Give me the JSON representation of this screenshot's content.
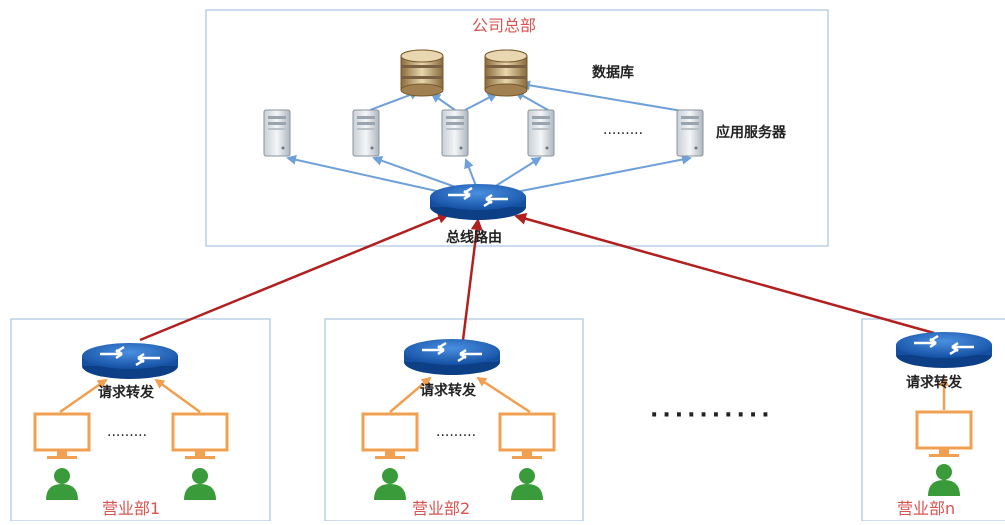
{
  "headquarters": {
    "title": "公司总部",
    "database_label": "数据库",
    "server_label": "应用服务器",
    "server_ellipsis": ".........",
    "router_label": "总线路由"
  },
  "branches": [
    {
      "name": "营业部1",
      "router_label": "请求转发",
      "ellipsis": "........."
    },
    {
      "name": "营业部2",
      "router_label": "请求转发",
      "ellipsis": "........."
    },
    {
      "name": "营业部n",
      "router_label": "请求转发"
    }
  ],
  "between_branches_ellipsis": "··········",
  "colors": {
    "box_border": "#a9c4de",
    "blue_arrow": "#6fa0d8",
    "red_arrow": "#b21f1f",
    "orange": "#f0a050",
    "person_green": "#3a9b3a",
    "router_blue": "#1f5fb8",
    "title_red": "#d9534f"
  },
  "icons": {
    "database": "database-icon",
    "server": "server-icon",
    "router": "router-icon",
    "monitor": "monitor-icon",
    "person": "person-icon"
  }
}
